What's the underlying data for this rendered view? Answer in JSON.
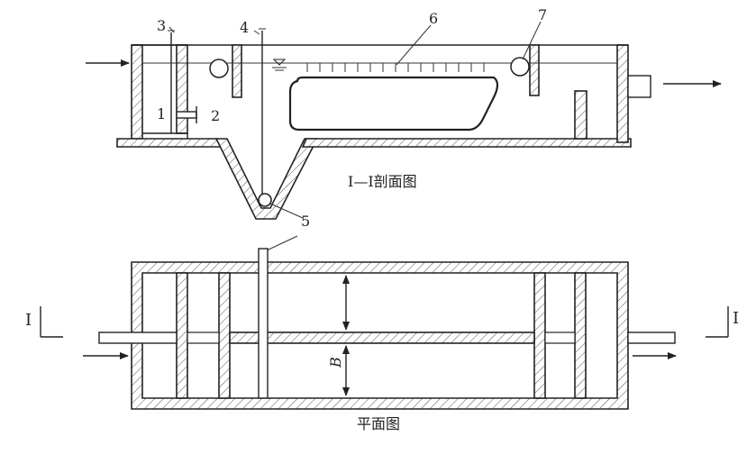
{
  "section": {
    "callouts": [
      "1",
      "2",
      "3",
      "4",
      "5",
      "6",
      "7"
    ],
    "caption": "I—I剖面图"
  },
  "plan": {
    "caption": "平面图",
    "dimension_label": "B",
    "section_mark_left": "I",
    "section_mark_right": "I"
  },
  "colors": {
    "line": "#222222",
    "background": "#ffffff"
  }
}
